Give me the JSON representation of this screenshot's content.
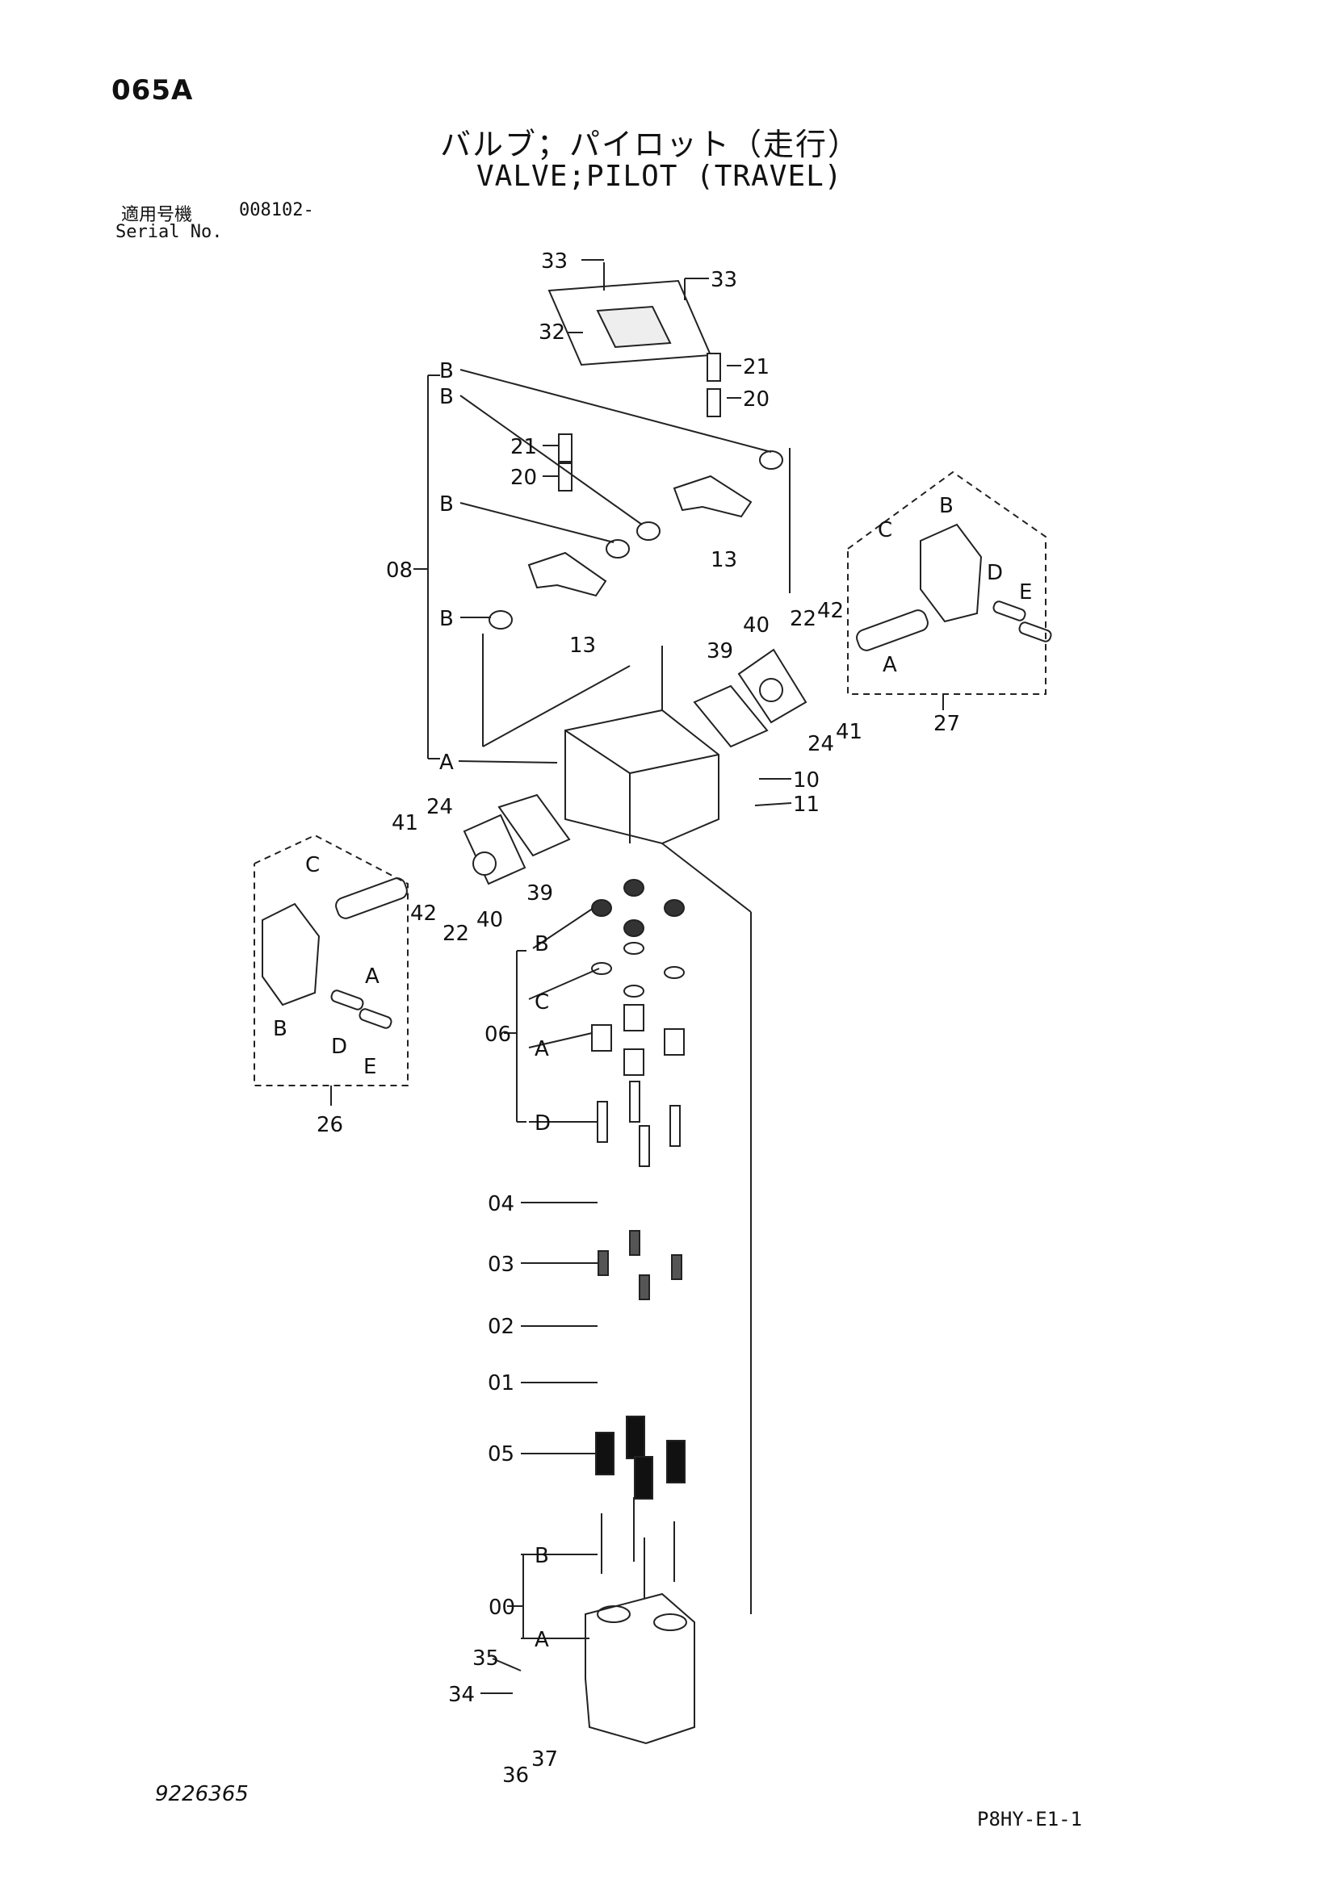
{
  "header": {
    "page_code": "065A",
    "title_jp": "バルブ；パイロット（走行）",
    "title_en": "VALVE;PILOT (TRAVEL)",
    "serial_label_jp": "適用号機",
    "serial_value": "008102-",
    "serial_label_en": "Serial No."
  },
  "footer": {
    "drawing_number": "9226365",
    "page_ref": "P8HY-E1-1"
  },
  "callouts": {
    "c33a": "33",
    "c33b": "33",
    "c32": "32",
    "c21a": "21",
    "c20a": "20",
    "c21b": "21",
    "c20b": "20",
    "c08": "08",
    "c08_B1": "B",
    "c08_B2": "B",
    "c08_B3": "B",
    "c08_B4": "B",
    "c08_A": "A",
    "c13a": "13",
    "c13b": "13",
    "c27": "27",
    "c27_B": "B",
    "c27_C": "C",
    "c27_D": "D",
    "c27_E": "E",
    "c27_A": "A",
    "c22a": "22",
    "c42a": "42",
    "c40a": "40",
    "c39a": "39",
    "c24a": "24",
    "c41a": "41",
    "c10": "10",
    "c11": "11",
    "c41b": "41",
    "c24b": "24",
    "c39b": "39",
    "c40b": "40",
    "c42b": "42",
    "c22b": "22",
    "c26": "26",
    "c26_C": "C",
    "c26_A": "A",
    "c26_B": "B",
    "c26_D": "D",
    "c26_E": "E",
    "c06": "06",
    "c06_B": "B",
    "c06_C": "C",
    "c06_A": "A",
    "c06_D": "D",
    "c04": "04",
    "c03": "03",
    "c02": "02",
    "c01": "01",
    "c05": "05",
    "c00": "00",
    "c00_B": "B",
    "c00_A": "A",
    "c35": "35",
    "c34": "34",
    "c36": "36",
    "c37": "37"
  }
}
